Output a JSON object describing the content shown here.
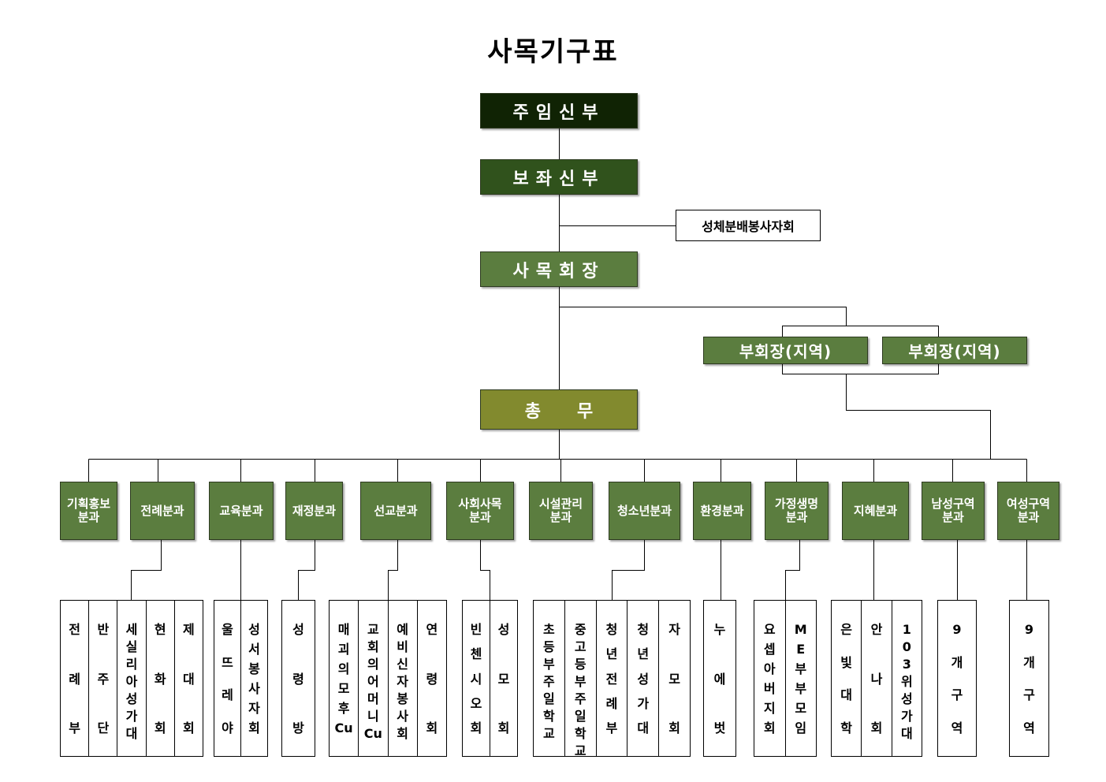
{
  "title": "사목기구표",
  "pastor": "주임신부",
  "assistant": "보좌신부",
  "side_council": "성체분배봉사자회",
  "chairman": "사목회장",
  "vice_chairmen": [
    "부회장(지역)",
    "부회장(지역)"
  ],
  "general_affairs": "총      무",
  "departments": [
    "기획홍보\n분과",
    "전례분과",
    "교육분과",
    "재정분과",
    "선교분과",
    "사회사목\n분과",
    "시설관리\n분과",
    "청소년분과",
    "환경분과",
    "가정생명\n분과",
    "지혜분과",
    "남성구역\n분과",
    "여성구역\n분과"
  ],
  "groups": [
    [
      "전례부",
      "반주단",
      "세실리아성가대",
      "현화회",
      "제대회"
    ],
    [
      "울뜨레야",
      "성서봉사자회"
    ],
    [
      "성령방"
    ],
    [
      "매괴의모후Cu",
      "교회의어머니Cu",
      "예비신자봉사회",
      "연령회"
    ],
    [
      "빈첸시오회",
      "성모회"
    ],
    [
      "초등부주일학교",
      "중고등부주일학교",
      "청년전례부",
      "청년성가대",
      "자모회"
    ],
    [
      "누에벗"
    ],
    [
      "요셉아버지회",
      "ME부부모임"
    ],
    [
      "은빛대학",
      "안나회",
      "103위성가대"
    ],
    [
      "9개구역"
    ],
    [
      "9개구역"
    ]
  ]
}
